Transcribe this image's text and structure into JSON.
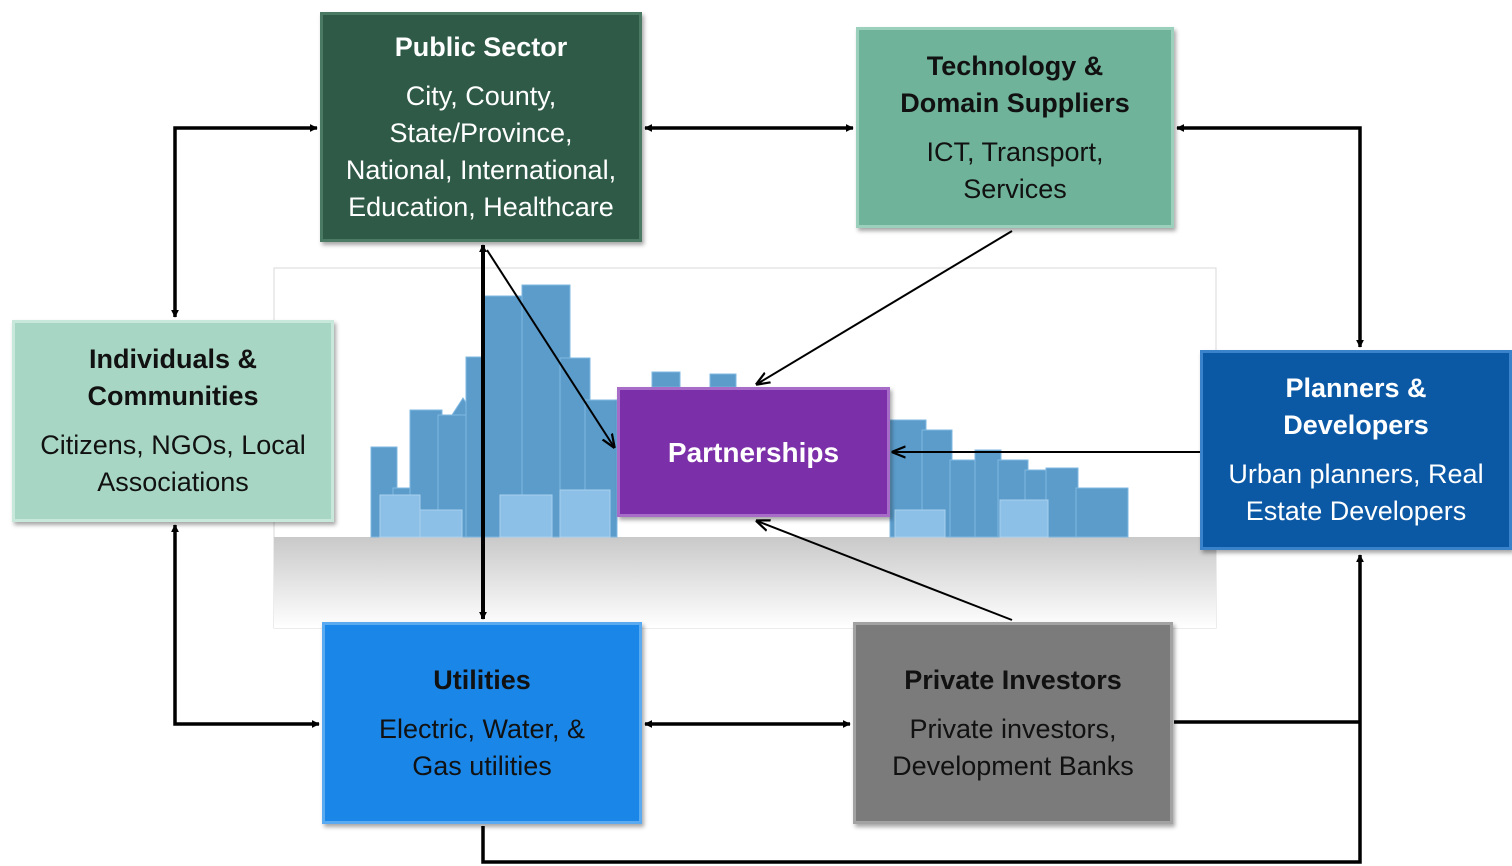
{
  "colors": {
    "public_sector": "#2e5a47",
    "technology": "#6fb39a",
    "individuals": "#a8d6c4",
    "planners": "#0b58a5",
    "utilities": "#1a86e8",
    "investors": "#7b7b7b",
    "partnerships": "#7b2fa8",
    "skyline": "#5b9ccb",
    "arrows": "#000000"
  },
  "nodes": {
    "public_sector": {
      "title": "Public Sector",
      "detail": "City, County,\nState/Province,\nNational, International,\nEducation, Healthcare"
    },
    "technology": {
      "title": "Technology &\nDomain Suppliers",
      "detail": "ICT, Transport,\nServices"
    },
    "individuals": {
      "title": "Individuals &\nCommunities",
      "detail": "Citizens, NGOs, Local\nAssociations"
    },
    "planners": {
      "title": "Planners &\nDevelopers",
      "detail": "Urban planners, Real\nEstate Developers"
    },
    "utilities": {
      "title": "Utilities",
      "detail": "Electric, Water, &\nGas utilities"
    },
    "investors": {
      "title": "Private Investors",
      "detail": "Private investors,\nDevelopment Banks"
    },
    "partnerships": {
      "title": "Partnerships"
    }
  },
  "background_image": {
    "icon": "city-skyline-icon"
  }
}
